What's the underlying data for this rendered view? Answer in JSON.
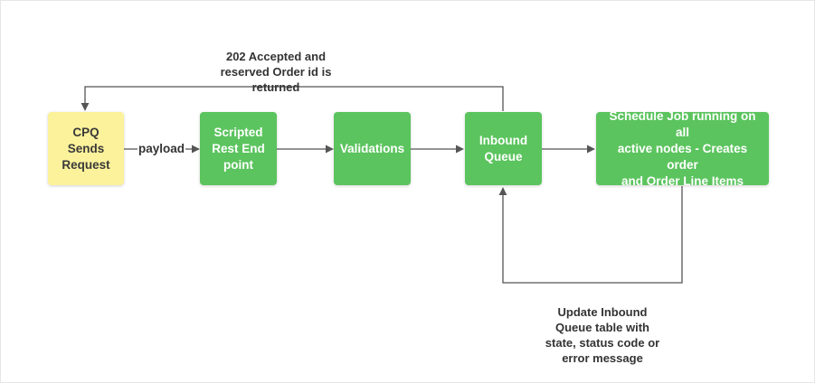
{
  "nodes": {
    "cpq": "CPQ Sends\nRequest",
    "scripted": "Scripted\nRest End\npoint",
    "validations": "Validations",
    "inbound": "Inbound\nQueue",
    "schedule": "Schedule Job running on all\nactive nodes - Creates order\nand Order Line Items"
  },
  "edges": {
    "payload": "payload"
  },
  "annotations": {
    "accepted": "202 Accepted and\nreserved Order id is\nreturned",
    "update": "Update Inbound\nQueue table with\nstate, status code or\nerror message"
  },
  "colors": {
    "node_fill": "#5bc45e",
    "start_fill": "#fcf29b",
    "connector": "#555555"
  }
}
